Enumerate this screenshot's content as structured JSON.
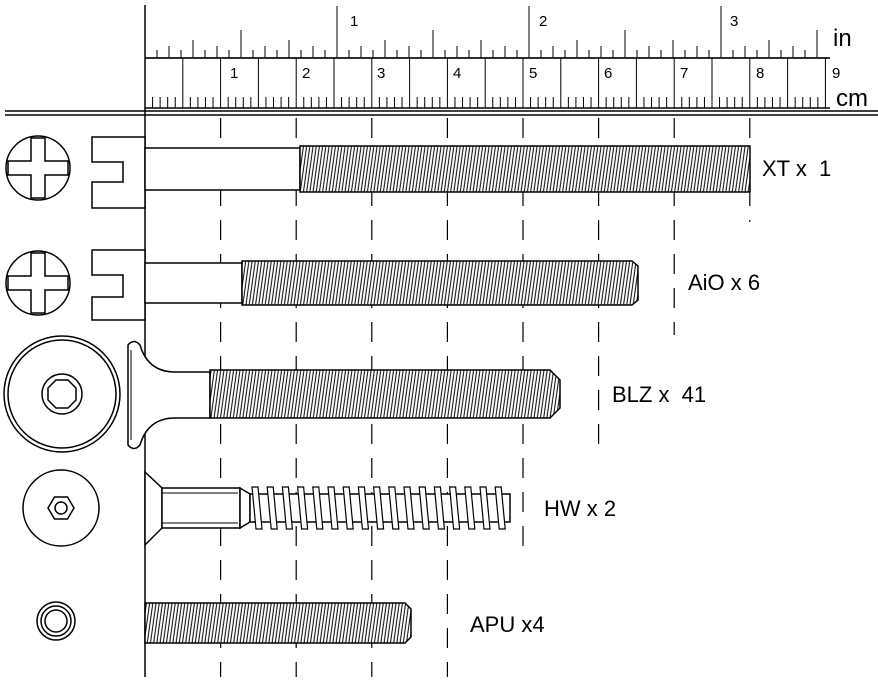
{
  "ruler": {
    "inch_unit": "in",
    "cm_unit": "cm",
    "inch_numbers": [
      "1",
      "2",
      "3"
    ],
    "cm_numbers": [
      "1",
      "2",
      "3",
      "4",
      "5",
      "6",
      "7",
      "8",
      "9"
    ]
  },
  "screws": [
    {
      "id": "xt",
      "label": "XT x  1",
      "head": "cross-head"
    },
    {
      "id": "aio",
      "label": "AiO x 6",
      "head": "cross-head"
    },
    {
      "id": "blz",
      "label": "BLZ x  41",
      "head": "hex-socket-round-head"
    },
    {
      "id": "hw",
      "label": "HW x 2",
      "head": "hex-socket-countersunk"
    },
    {
      "id": "apu",
      "label": "APU x4",
      "head": "headless-ring"
    }
  ],
  "colors": {
    "ink": "#000000",
    "paper": "#ffffff"
  }
}
